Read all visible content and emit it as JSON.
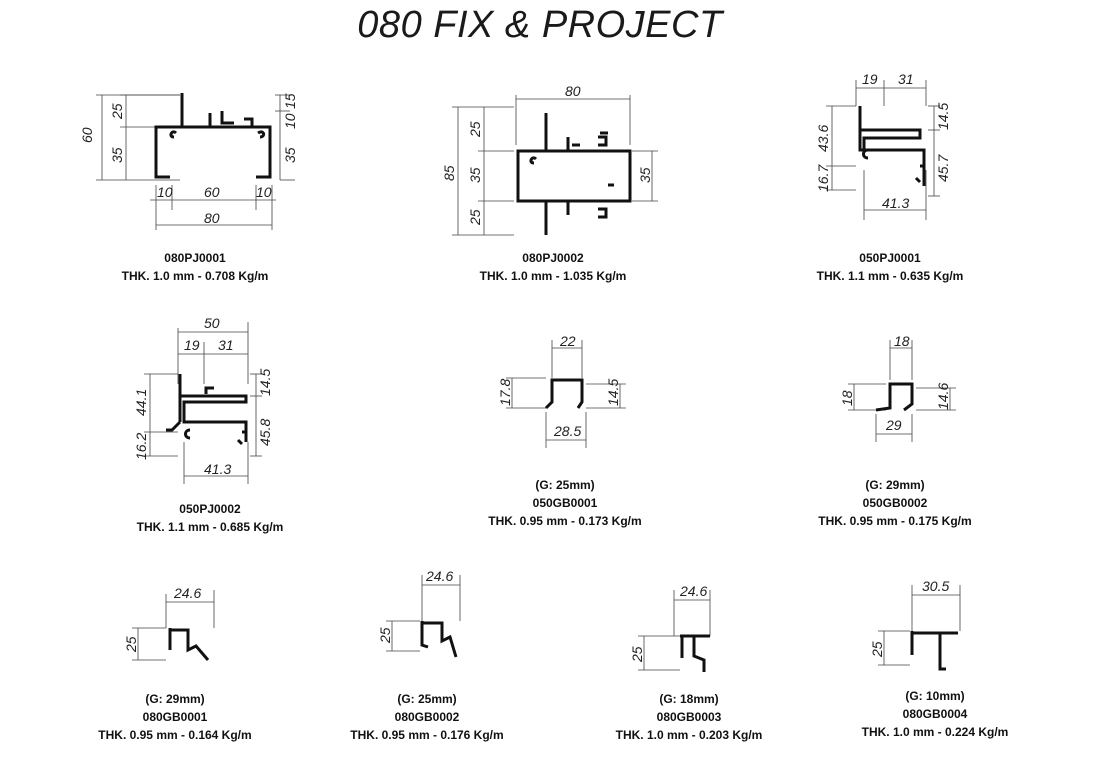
{
  "title": "080 FIX & PROJECT",
  "profiles": [
    {
      "code": "080PJ0001",
      "spec": "THK. 1.0 mm - 0.708 Kg/m",
      "gap": "",
      "dims": {
        "overall_h": "60",
        "top_h": "25",
        "body_h": "35",
        "right_top": "15",
        "right_mid": "10",
        "right_body": "35",
        "left_flange": "10",
        "inner_w": "60",
        "right_flange": "10",
        "overall_w": "80"
      }
    },
    {
      "code": "080PJ0002",
      "spec": "THK. 1.0 mm - 1.035 Kg/m",
      "gap": "",
      "dims": {
        "overall_w": "80",
        "overall_h": "85",
        "top": "25",
        "mid": "35",
        "bottom": "25",
        "right": "35"
      }
    },
    {
      "code": "050PJ0001",
      "spec": "THK. 1.1 mm - 0.635 Kg/m",
      "gap": "",
      "dims": {
        "top_left": "19",
        "top_right": "31",
        "left_upper": "43.6",
        "left_lower": "16.7",
        "right_top": "14.5",
        "right_body": "45.7",
        "bottom": "41.3"
      }
    },
    {
      "code": "050PJ0002",
      "spec": "THK. 1.1 mm - 0.685 Kg/m",
      "gap": "",
      "dims": {
        "overall_w": "50",
        "top_left": "19",
        "top_right": "31",
        "left_upper": "44.1",
        "left_lower": "16.2",
        "right_top": "14.5",
        "right_body": "45.8",
        "bottom": "41.3"
      }
    },
    {
      "code": "050GB0001",
      "spec": "THK. 0.95 mm - 0.173 Kg/m",
      "gap": "(G: 25mm)",
      "dims": {
        "top": "22",
        "left": "17.8",
        "right": "14.5",
        "bottom": "28.5"
      }
    },
    {
      "code": "050GB0002",
      "spec": "THK. 0.95 mm - 0.175 Kg/m",
      "gap": "(G: 29mm)",
      "dims": {
        "top": "18",
        "left": "18",
        "right": "14.6",
        "bottom": "29"
      }
    },
    {
      "code": "080GB0001",
      "spec": "THK. 0.95 mm - 0.164 Kg/m",
      "gap": "(G: 29mm)",
      "dims": {
        "top": "24.6",
        "left": "25"
      }
    },
    {
      "code": "080GB0002",
      "spec": "THK. 0.95 mm - 0.176 Kg/m",
      "gap": "(G: 25mm)",
      "dims": {
        "top": "24.6",
        "left": "25"
      }
    },
    {
      "code": "080GB0003",
      "spec": "THK. 1.0 mm - 0.203 Kg/m",
      "gap": "(G: 18mm)",
      "dims": {
        "top": "24.6",
        "left": "25"
      }
    },
    {
      "code": "080GB0004",
      "spec": "THK. 1.0 mm - 0.224 Kg/m",
      "gap": "(G: 10mm)",
      "dims": {
        "top": "30.5",
        "left": "25"
      }
    }
  ]
}
